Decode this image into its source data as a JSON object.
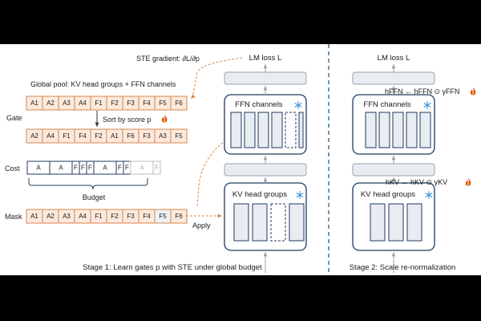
{
  "colors": {
    "cell_fill": "#fbe9dc",
    "cell_stroke": "#d9874a",
    "navy": "#1f3a5f",
    "orange_dash": "#d9874a",
    "gray_box": "#e9ecf1",
    "gray_stroke": "#9aa3ad",
    "gamma": "#c0392b"
  },
  "stage1": {
    "ste_gradient": "STE gradient: ∂L/∂p",
    "lm_loss": "LM loss L",
    "pool_label": "Global pool: KV head groups + FFN channels",
    "gate_label": "Gate",
    "gate_cells": [
      "A1",
      "A2",
      "A3",
      "A4",
      "F1",
      "F2",
      "F3",
      "F4",
      "F5",
      "F6"
    ],
    "sort_label": "Sort by score p",
    "sorted_cells": [
      "A2",
      "A4",
      "F1",
      "F4",
      "F2",
      "A1",
      "F6",
      "F3",
      "A3",
      "F5"
    ],
    "cost_label": "Cost",
    "cost_segments": [
      "A",
      "A",
      "F",
      "F",
      "F",
      "A",
      "F",
      "F",
      "A",
      "F"
    ],
    "budget_label": "Budget",
    "mask_label": "Mask",
    "mask_cells": [
      "A1",
      "A2",
      "A3",
      "A4",
      "F1",
      "F2",
      "F3",
      "F4",
      "F5",
      "F6"
    ],
    "apply_label": "Apply",
    "ffn_title": "FFN channels",
    "kv_title": "KV head groups",
    "caption": "Stage 1: Learn gates p with STE under global budget"
  },
  "stage2": {
    "lm_loss": "LM loss L",
    "ffn_eq": "hFFN ← hFFN ⊙ γFFN",
    "ffn_title": "FFN channels",
    "kv_eq": "hKV ← hKV ⊙ γKV",
    "kv_title": "KV head groups",
    "caption": "Stage 2: Scale re-normalization"
  },
  "icons": [
    "flame-icon",
    "snowflake-icon"
  ]
}
